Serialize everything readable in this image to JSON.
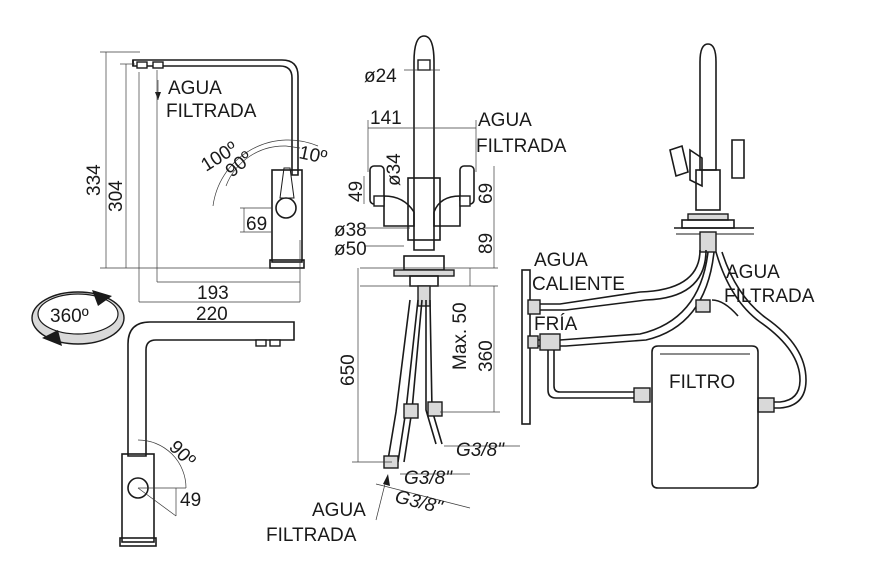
{
  "labels": {
    "agua_filtrada": [
      "AGUA",
      "FILTRADA"
    ],
    "agua_caliente": [
      "AGUA",
      "CALIENTE"
    ],
    "fria": "FRÍA",
    "filtro": "FILTRO",
    "rotation": "360º"
  },
  "side_view_dims": {
    "height_total": "334",
    "height_spout": "304",
    "reach_short": "193",
    "reach_long": "220",
    "handle_offset": "69",
    "angle_100": "100º",
    "angle_90": "90º",
    "angle_10": "10º"
  },
  "top_view_dims": {
    "angle_90": "90º",
    "offset_49": "49"
  },
  "front_view_dims": {
    "spout_diameter": "ø24",
    "width_141": "141",
    "body_diameter": "ø34",
    "handle_height_49": "49",
    "handle_height_69": "69",
    "base_diameter_38": "ø38",
    "base_diameter_50": "ø50",
    "base_height_89": "89",
    "max_thickness": "Max. 50",
    "hose_360": "360",
    "hose_650": "650",
    "thread_1": "G3/8\"",
    "thread_2": "G3/8\"",
    "thread_3": "G3/8\""
  },
  "colors": {
    "line": "#1a1a1a",
    "fill_gray": "#d9d9d9",
    "background": "#ffffff"
  }
}
